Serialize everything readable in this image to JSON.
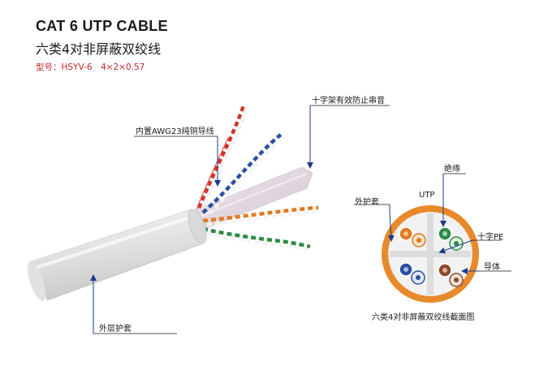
{
  "header": {
    "title": "CAT 6 UTP CABLE",
    "subtitle": "六类4对非屏蔽双绞线",
    "model": "型号：HSYV-6　4×2×0.57"
  },
  "callouts": {
    "conductor": "内置AWG23纯铜导线",
    "separator": "十字架有效防止串音",
    "outer_jacket": "外层护套",
    "insulation": "绝缘",
    "utp": "UTP",
    "sheath": "外护套",
    "cross_pe": "十字PE",
    "conductor_short": "导体",
    "cross_section_caption": "六类4对非屏蔽双绞线截面图"
  },
  "colors": {
    "accent_red": "#c0282d",
    "jacket_orange": "#e8892b",
    "arrow_blue": "#1b3a8a",
    "pair_blue": "#2b4fa0",
    "pair_orange": "#e07a1f",
    "pair_green": "#2e8b45",
    "pair_brown": "#8b4a2b"
  },
  "icons": [
    "cable-illustration",
    "cross-section-illustration"
  ]
}
